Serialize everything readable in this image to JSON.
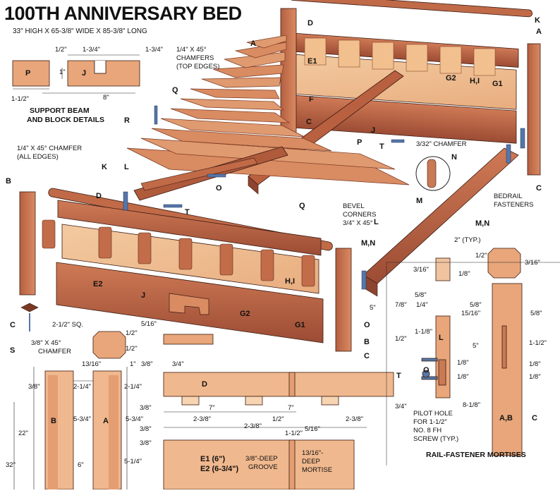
{
  "header": {
    "title": "100TH ANNIVERSARY BED",
    "dimensions": "33\" HIGH X 65-3/8\" WIDE X 85-3/8\" LONG"
  },
  "colors": {
    "wood_dark": "#a0523a",
    "wood_mid": "#c26c4a",
    "wood_light": "#e3a07a",
    "panel": "#efc295",
    "line": "#222222",
    "hardware": "#5577aa"
  },
  "part_labels": [
    "A",
    "B",
    "C",
    "D",
    "E1",
    "E2",
    "F",
    "G1",
    "G2",
    "H,I",
    "J",
    "K",
    "L",
    "M",
    "M,N",
    "N",
    "O",
    "P",
    "Q",
    "R",
    "S",
    "T"
  ],
  "support_detail": {
    "caption_line1": "SUPPORT BEAM",
    "caption_line2": "AND BLOCK DETAILS",
    "dims": [
      "1/2\"",
      "1-3/4\"",
      "1-3/4\"",
      "1\"",
      "1-1/2\"",
      "8\""
    ]
  },
  "callouts": {
    "chamfer_top": [
      "1/4\" X 45°",
      "CHAMFERS",
      "(TOP EDGES)"
    ],
    "chamfer_all": [
      "1/4\" X 45° CHAMFER",
      "(ALL EDGES)"
    ],
    "chamfer_332": "3/32\" CHAMFER",
    "bevel": [
      "BEVEL",
      "CORNERS",
      "3/4\" X 45°"
    ],
    "bedrail": [
      "BEDRAIL",
      "FASTENERS"
    ],
    "typ": "2\" (TYP.)",
    "five": "5\""
  },
  "post_detail": {
    "sq": "2-1/2\" SQ.",
    "chamfer": [
      "3/8\" X 45°",
      "CHAMFER"
    ],
    "dims": [
      "5/16\"",
      "1/2\"",
      "1/2\"",
      "13/16\"",
      "1\"",
      "3/8\"",
      "3/4\""
    ]
  },
  "elevation": {
    "dims_left": [
      "3/8\"",
      "2-1/4\"",
      "2-1/4\"",
      "5-3/4\"",
      "5-3/4\"",
      "22\"",
      "6\"",
      "32\"",
      "5-1/4\""
    ],
    "dims_mid": [
      "3/8\"",
      "7\"",
      "7\"",
      "2-3/8\"",
      "2-3/8\"",
      "2-3/8\"",
      "3/8\"",
      "1/2\"",
      "5/16\"",
      "3/8\"",
      "1-1/2\""
    ],
    "e1": "E1 (6\")",
    "e2": "E2 (6-3/4\")",
    "groove": [
      "3/8\"-DEEP",
      "GROOVE"
    ],
    "mortise": [
      "13/16\"-",
      "DEEP",
      "MORTISE"
    ]
  },
  "rail_fastener": {
    "dims": [
      "1/2\"",
      "3/16\"",
      "3/16\"",
      "1/8\"",
      "5/8\"",
      "7/8\"",
      "1/4\"",
      "1-1/8\"",
      "1/2\"",
      "1/8\"",
      "1/8\"",
      "3/4\"",
      "5/8\"",
      "15/16\"",
      "5/8\"",
      "1-1/2\"",
      "1/8\"",
      "1/8\"",
      "5\"",
      "8-1/8\""
    ],
    "pilot": [
      "PILOT HOLE",
      "FOR 1-1/2\"",
      "NO. 8 FH",
      "SCREW (TYP.)"
    ],
    "caption": "RAIL-FASTENER MORTISES",
    "ab": "A,B"
  }
}
